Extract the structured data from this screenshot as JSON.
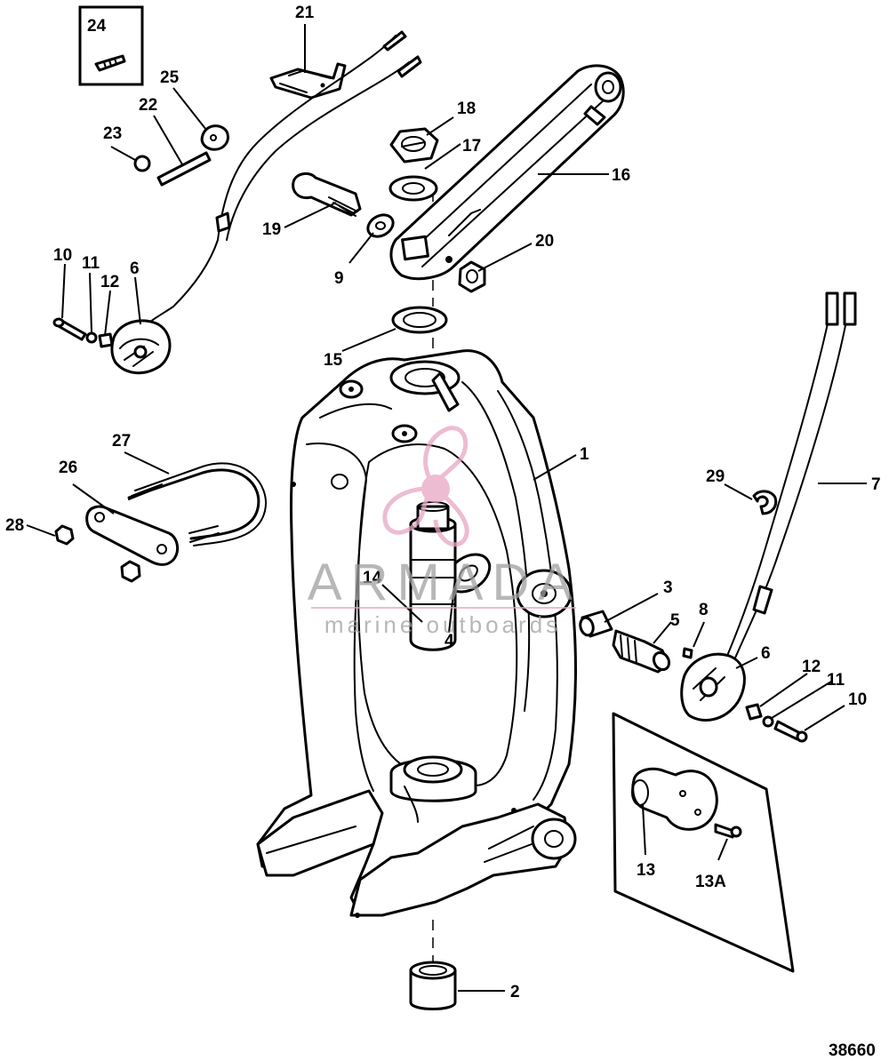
{
  "figure_number": "38660",
  "callouts": [
    {
      "key": "1",
      "label": "1"
    },
    {
      "key": "2",
      "label": "2"
    },
    {
      "key": "3",
      "label": "3"
    },
    {
      "key": "4",
      "label": "4"
    },
    {
      "key": "5",
      "label": "5"
    },
    {
      "key": "6a",
      "label": "6"
    },
    {
      "key": "6b",
      "label": "6"
    },
    {
      "key": "7",
      "label": "7"
    },
    {
      "key": "8",
      "label": "8"
    },
    {
      "key": "9",
      "label": "9"
    },
    {
      "key": "10a",
      "label": "10"
    },
    {
      "key": "10b",
      "label": "10"
    },
    {
      "key": "11a",
      "label": "11"
    },
    {
      "key": "11b",
      "label": "11"
    },
    {
      "key": "12a",
      "label": "12"
    },
    {
      "key": "12b",
      "label": "12"
    },
    {
      "key": "13",
      "label": "13"
    },
    {
      "key": "13a",
      "label": "13A"
    },
    {
      "key": "14",
      "label": "14"
    },
    {
      "key": "15",
      "label": "15"
    },
    {
      "key": "16",
      "label": "16"
    },
    {
      "key": "17",
      "label": "17"
    },
    {
      "key": "18",
      "label": "18"
    },
    {
      "key": "19",
      "label": "19"
    },
    {
      "key": "20",
      "label": "20"
    },
    {
      "key": "21",
      "label": "21"
    },
    {
      "key": "22",
      "label": "22"
    },
    {
      "key": "23",
      "label": "23"
    },
    {
      "key": "24",
      "label": "24"
    },
    {
      "key": "25",
      "label": "25"
    },
    {
      "key": "26",
      "label": "26"
    },
    {
      "key": "27",
      "label": "27"
    },
    {
      "key": "28",
      "label": "28"
    },
    {
      "key": "29",
      "label": "29"
    }
  ],
  "watermark": {
    "brand": "ARMADA",
    "tagline": "marine outboards",
    "logo_color": "#e7a6c4",
    "text_color": "#a0a0a0"
  }
}
